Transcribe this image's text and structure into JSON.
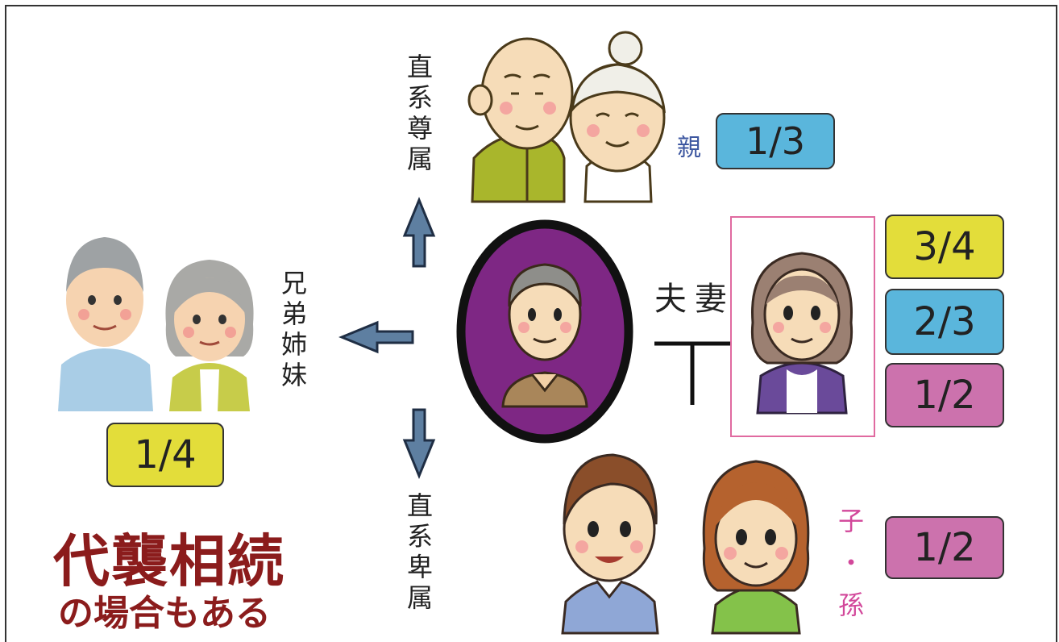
{
  "labels": {
    "ascendant": "直系尊属",
    "descendant": "直系卑属",
    "siblings": "兄弟姉妹",
    "spouse": "夫妻",
    "parents": "親",
    "children_a": "子",
    "children_dot": "・",
    "children_b": "孫",
    "note_line1": "代襲相続",
    "note_line2": "の場合もある"
  },
  "shares": {
    "parents": "1/3",
    "spouse_with_siblings": "3/4",
    "spouse_with_parents": "2/3",
    "spouse_with_children": "1/2",
    "siblings": "1/4",
    "children": "1/2"
  },
  "colors": {
    "yellow": "#e3dd3a",
    "blue": "#5ab6dc",
    "pink": "#cc72ad",
    "purple": "#7e2784",
    "dark_red": "#8b1c1c",
    "label_blue": "#3d57a0",
    "label_pink": "#d2479a"
  }
}
